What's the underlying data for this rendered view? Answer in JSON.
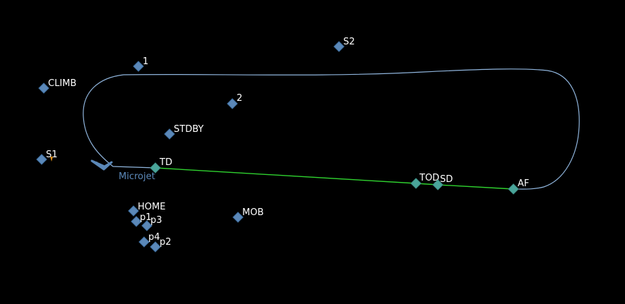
{
  "colors": {
    "background": "#000000",
    "waypoint_fill": "#5b88b8",
    "waypoint_stroke": "#3d6d9e",
    "active_waypoint_fill": "#4aa59a",
    "flight_plan_line": "#8fb4dc",
    "active_leg_line": "#2fd12f",
    "aircraft": "#5b88b8",
    "aircraft_label": "#5b88b8",
    "label_text": "#ffffff",
    "marker_orange": "#e0901a"
  },
  "aircraft": {
    "name": "Microjet",
    "icon": "aircraft-icon"
  },
  "waypoints": [
    {
      "id": "climb",
      "label": "CLIMB"
    },
    {
      "id": "s1",
      "label": "S1"
    },
    {
      "id": "wp-1",
      "label": "1"
    },
    {
      "id": "wp-2",
      "label": "2"
    },
    {
      "id": "s2",
      "label": "S2"
    },
    {
      "id": "stdby",
      "label": "STDBY"
    },
    {
      "id": "td",
      "label": "TD"
    },
    {
      "id": "tod",
      "label": "TOD"
    },
    {
      "id": "sd",
      "label": "SD"
    },
    {
      "id": "af",
      "label": "AF"
    },
    {
      "id": "home",
      "label": "HOME"
    },
    {
      "id": "mob",
      "label": "MOB"
    },
    {
      "id": "p1",
      "label": "p1"
    },
    {
      "id": "p3",
      "label": "p3"
    },
    {
      "id": "p4",
      "label": "p4"
    },
    {
      "id": "p2",
      "label": "p2"
    }
  ]
}
